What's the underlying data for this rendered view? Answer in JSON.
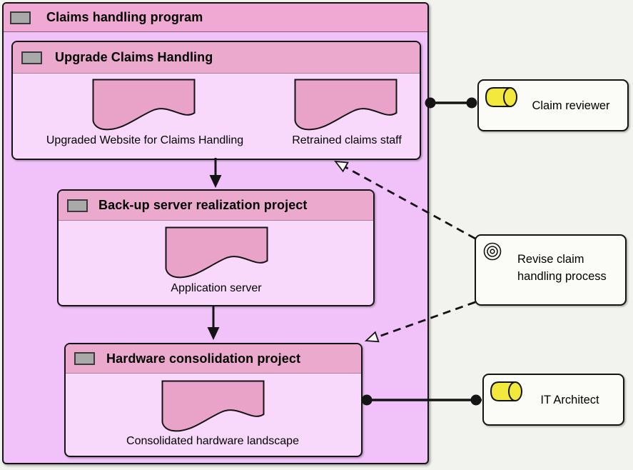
{
  "colors": {
    "page_background": "#f2f2ef",
    "program_header_pink": "#f0a9d3",
    "program_body_violet": "#f0c2f9",
    "project_header_pink": "#ebaacd",
    "project_body_lavender": "#f8d9fb",
    "deliverable_pink": "#e9a2c8",
    "side_box_background": "#fbfbf8",
    "role_cylinder_yellow": "#f2e93c",
    "work_package_icon_gray": "#a9a9a9",
    "line_color": "#141414"
  },
  "program": {
    "title": "Claims handling program"
  },
  "projects": {
    "upgrade": {
      "title": "Upgrade Claims Handling",
      "deliverable_website": "Upgraded Website for Claims Handling",
      "deliverable_staff": "Retrained claims staff"
    },
    "backup": {
      "title": "Back-up server realization project",
      "deliverable_server": "Application server"
    },
    "hardware": {
      "title": "Hardware consolidation project",
      "deliverable_landscape": "Consolidated hardware landscape"
    }
  },
  "side": {
    "claim_reviewer": "Claim reviewer",
    "revise_goal": "Revise claim handling process",
    "it_architect": "IT Architect"
  }
}
